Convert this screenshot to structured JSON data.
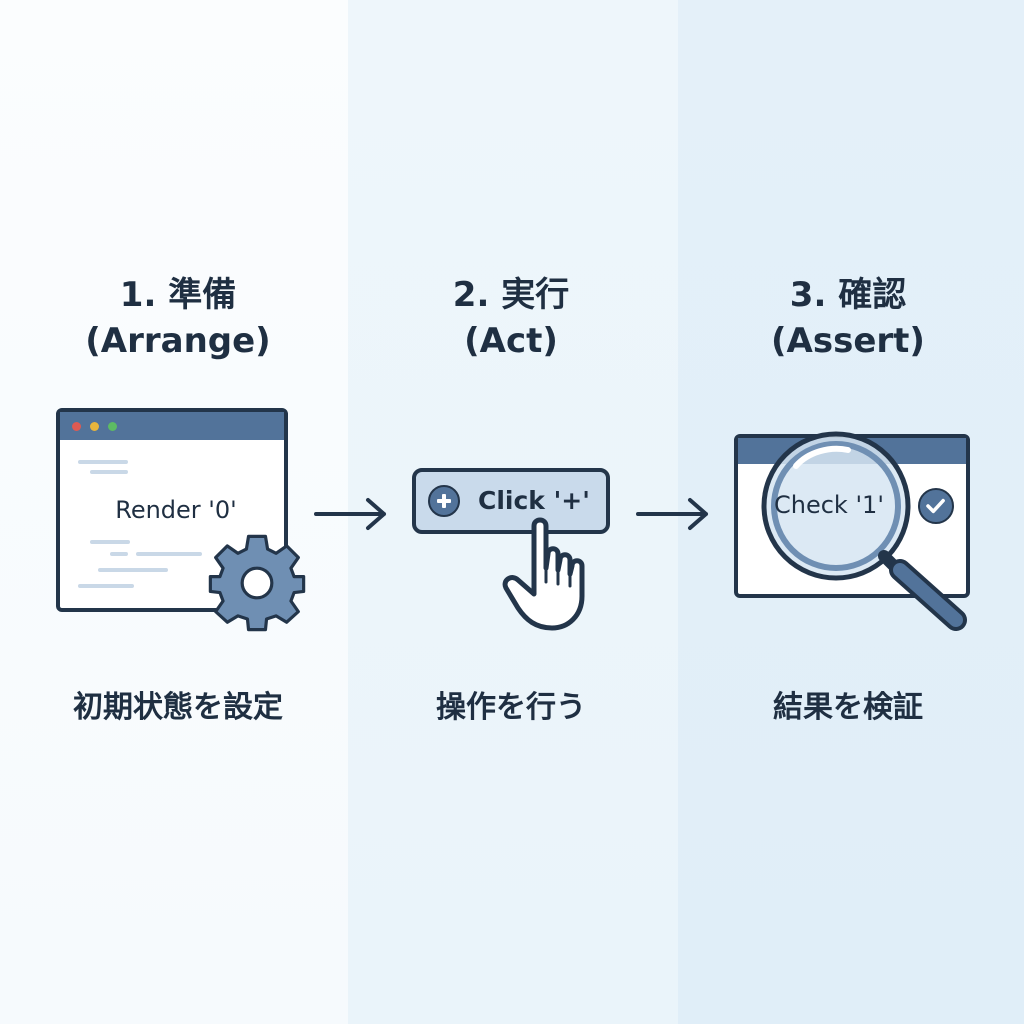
{
  "steps": [
    {
      "title_line1": "1. 準備",
      "title_line2": "(Arrange)",
      "illustration_text": "Render '0'",
      "caption": "初期状態を設定"
    },
    {
      "title_line1": "2. 実行",
      "title_line2": "(Act)",
      "illustration_text": "Click '+'",
      "caption": "操作を行う"
    },
    {
      "title_line1": "3. 確認",
      "title_line2": "(Assert)",
      "illustration_text": "Check '1'",
      "caption": "結果を検証"
    }
  ],
  "icons": {
    "step1": [
      "browser-window-icon",
      "gear-icon"
    ],
    "step2": [
      "plus-icon",
      "pointer-hand-icon"
    ],
    "step3": [
      "browser-window-icon",
      "magnifier-icon",
      "checkmark-icon"
    ],
    "flow": "arrow-right-icon"
  },
  "colors": {
    "outline": "#23354a",
    "accent": "#52739a",
    "button_fill": "#c9daeb",
    "panel_1": "#f8fbfd",
    "panel_2": "#ecf5fa",
    "panel_3": "#e2eff8"
  }
}
